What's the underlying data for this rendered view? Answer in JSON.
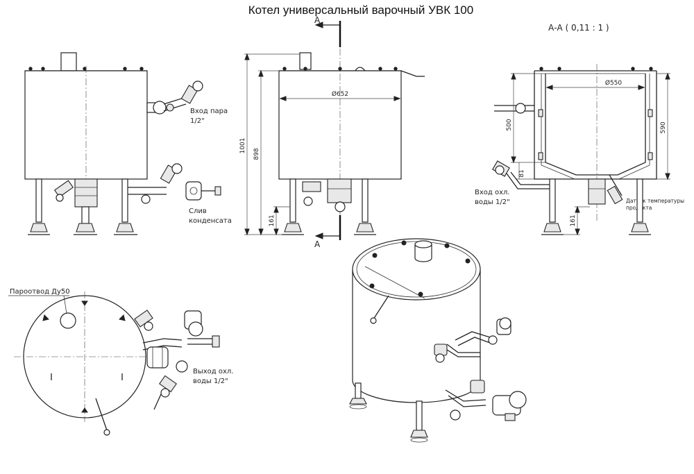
{
  "title": "Котел универсальный варочный УВК 100",
  "section_view_label": "А-А ( 0,11 : 1 )",
  "section_mark_top": "А",
  "section_mark_bottom": "А",
  "labels": {
    "steam_inlet_line1": "Вход пара",
    "steam_inlet_line2": "1/2\"",
    "condensate_drain_line1": "Слив",
    "condensate_drain_line2": "конденсата",
    "steam_vent": "Пароотвод Ду50",
    "cooling_water_outlet_line1": "Выход охл.",
    "cooling_water_outlet_line2": "воды 1/2\"",
    "cooling_water_inlet_line1": "Вход охл.",
    "cooling_water_inlet_line2": "воды 1/2\"",
    "temp_sensor_line1": "Датчик температуры",
    "temp_sensor_line2": "продукта"
  },
  "dimensions": {
    "total_height": "1001",
    "rim_height": "898",
    "leg_height_front": "161",
    "leg_height_section": "161",
    "outer_diameter": "Ø652",
    "inner_diameter": "Ø550",
    "jacket_height": "500",
    "inner_depth": "590",
    "bottom_offset": "81"
  }
}
